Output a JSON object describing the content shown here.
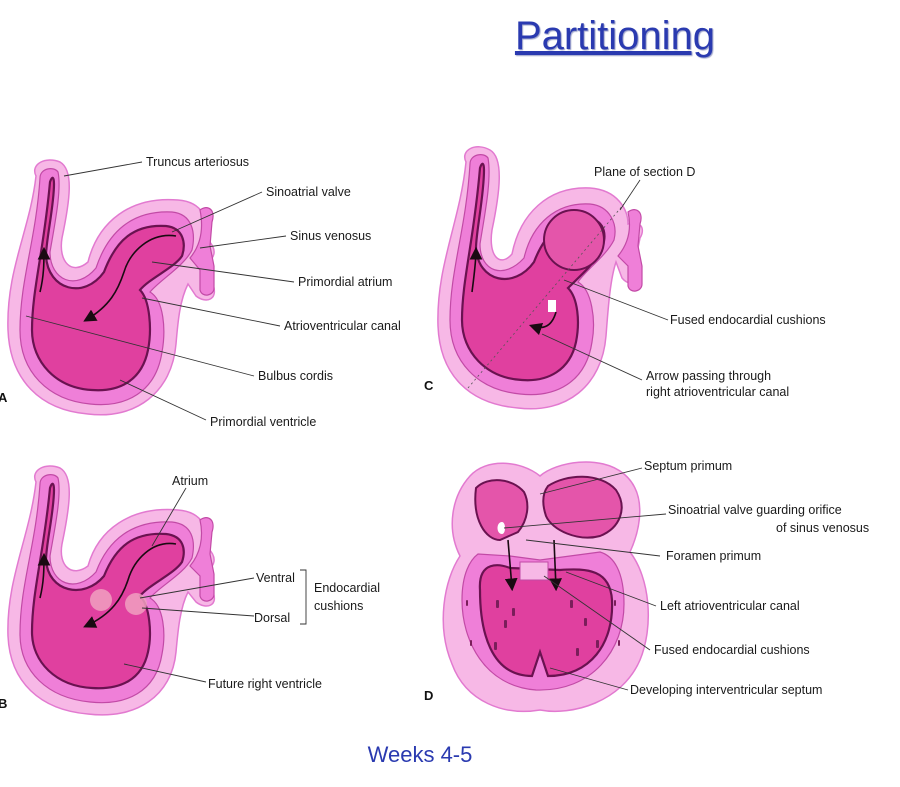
{
  "title": "Partitioning",
  "footer": "Weeks 4-5",
  "panels": {
    "a": {
      "letter": "A",
      "labels": {
        "truncus": "Truncus arteriosus",
        "sinoatrial_valve": "Sinoatrial valve",
        "sinus_venosus": "Sinus venosus",
        "primordial_atrium": "Primordial atrium",
        "av_canal": "Atrioventricular canal",
        "bulbus_cordis": "Bulbus cordis",
        "primordial_ventricle": "Primordial ventricle"
      }
    },
    "b": {
      "letter": "B",
      "labels": {
        "atrium": "Atrium",
        "ventral": "Ventral",
        "dorsal": "Dorsal",
        "endocardial_1": "Endocardial",
        "endocardial_2": "cushions",
        "future_rv": "Future right ventricle"
      }
    },
    "c": {
      "letter": "C",
      "labels": {
        "plane": "Plane of section D",
        "fused_cushions": "Fused endocardial cushions",
        "arrow_1": "Arrow passing through",
        "arrow_2": "right atrioventricular canal"
      }
    },
    "d": {
      "letter": "D",
      "labels": {
        "septum_primum": "Septum primum",
        "sa_valve_1": "Sinoatrial valve guarding orifice",
        "sa_valve_2": "of sinus venosus",
        "foramen_primum": "Foramen primum",
        "left_av_canal": "Left atrioventricular canal",
        "fused_cushions": "Fused endocardial cushions",
        "iv_septum": "Developing interventricular septum"
      }
    }
  }
}
